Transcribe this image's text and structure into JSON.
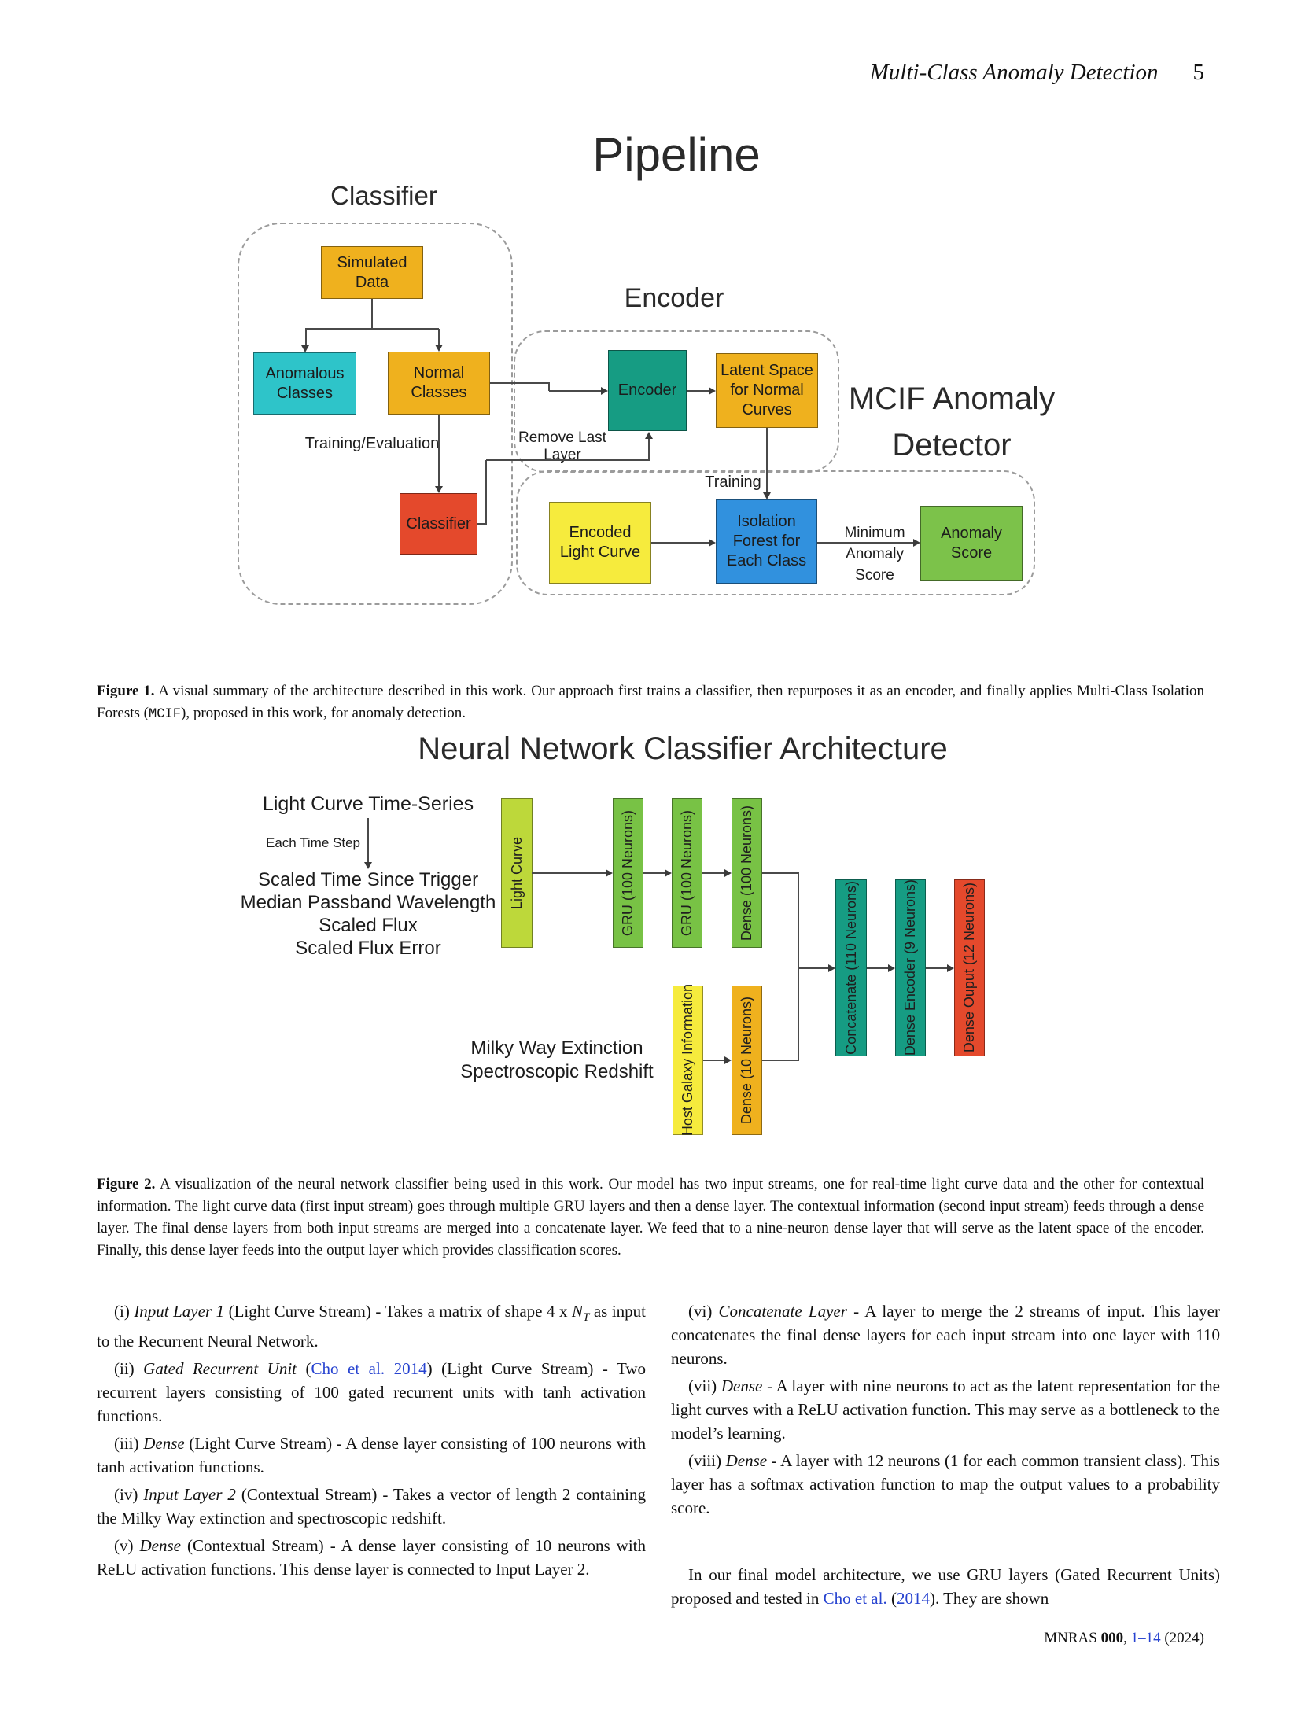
{
  "palette": {
    "gold": "#EFB11E",
    "cyan": "#2EC4C9",
    "red": "#E4492C",
    "teal": "#169C83",
    "yellow": "#F6EB3D",
    "blue": "#3191DE",
    "green": "#7CC24A",
    "lime": "#BDD83A",
    "leaf": "#78C245",
    "link_blue": "#2743D0"
  },
  "header": {
    "running_title": "Multi-Class Anomaly Detection",
    "page_number": "5"
  },
  "figure1": {
    "title": "Pipeline",
    "group_labels": {
      "classifier": "Classifier",
      "encoder": "Encoder",
      "mcif": [
        "MCIF Anomaly",
        "Detector"
      ]
    },
    "boxes": {
      "simulated_data": "Simulated Data",
      "anomalous_classes": "Anomalous Classes",
      "normal_classes": "Normal Classes",
      "classifier": "Classifier",
      "encoder": "Encoder",
      "latent_space": "Latent Space for Normal Curves",
      "encoded_light_curve": "Encoded Light Curve",
      "isolation_forest": "Isolation Forest for Each Class",
      "anomaly_score": "Anomaly Score"
    },
    "edge_labels": {
      "training_evaluation": "Training/Evaluation",
      "remove_last_layer": "Remove Last Layer",
      "training": "Training",
      "minimum_anomaly_score": "Minimum Anomaly Score"
    },
    "caption": [
      {
        "t": "Figure 1.",
        "b": true
      },
      {
        "t": " A visual summary of the architecture described in this work. Our approach first trains a classifier, then repurposes it as an encoder, and finally applies Multi-Class Isolation Forests ("
      },
      {
        "t": "MCIF",
        "mono": true
      },
      {
        "t": "), proposed in this work, for anomaly detection."
      }
    ]
  },
  "figure2": {
    "title": "Neural Network Classifier Architecture",
    "input_labels": {
      "light_curve_stream": "Light Curve Time-Series",
      "each_time_step": "Each Time Step",
      "time_step_features": [
        "Scaled Time Since Trigger",
        "Median Passband Wavelength",
        "Scaled Flux",
        "Scaled Flux Error"
      ],
      "contextual_features": [
        "Milky Way Extinction",
        "Spectroscopic Redshift"
      ]
    },
    "boxes": {
      "light_curve": "Light Curve",
      "gru1": "GRU (100 Neurons)",
      "gru2": "GRU (100 Neurons)",
      "dense_100": "Dense (100 Neurons)",
      "host_galaxy": "Host Galaxy Information",
      "dense_10": "Dense (10 Neurons)",
      "concatenate": "Concatenate (110 Neurons)",
      "dense_encoder": "Dense Encoder (9 Neurons)",
      "dense_output": "Dense Ouput (12 Neurons)"
    },
    "caption": [
      {
        "t": "Figure 2.",
        "b": true
      },
      {
        "t": " A visualization of the neural network classifier being used in this work. Our model has two input streams, one for real-time light curve data and the other for contextual information. The light curve data (first input stream) goes through multiple GRU layers and then a dense layer. The contextual information (second input stream) feeds through a dense layer. The final dense layers from both input streams are merged into a concatenate layer. We feed that to a nine-neuron dense layer that will serve as the latent space of the encoder. Finally, this dense layer feeds into the output layer which provides classification scores."
      }
    ]
  },
  "body": {
    "left": [
      {
        "segments": [
          {
            "t": "(i) "
          },
          {
            "t": "Input Layer 1",
            "i": true
          },
          {
            "t": " (Light Curve Stream) - Takes a matrix of shape 4 x "
          },
          {
            "t": "N",
            "i": true
          },
          {
            "t": "T",
            "i": true,
            "sub": true
          },
          {
            "t": " as input to the Recurrent Neural Network."
          }
        ]
      },
      {
        "segments": [
          {
            "t": "(ii) "
          },
          {
            "t": "Gated Recurrent Unit",
            "i": true
          },
          {
            "t": " ("
          },
          {
            "t": "Cho et al. 2014",
            "link": true
          },
          {
            "t": ") (Light Curve Stream) - Two recurrent layers consisting of 100 gated recurrent units with tanh activation functions."
          }
        ]
      },
      {
        "segments": [
          {
            "t": "(iii) "
          },
          {
            "t": "Dense",
            "i": true
          },
          {
            "t": " (Light Curve Stream) - A dense layer consisting of 100 neurons with tanh activation functions."
          }
        ]
      },
      {
        "segments": [
          {
            "t": "(iv) "
          },
          {
            "t": "Input Layer 2",
            "i": true
          },
          {
            "t": " (Contextual Stream) - Takes a vector of length 2 containing the Milky Way extinction and spectroscopic redshift."
          }
        ]
      },
      {
        "segments": [
          {
            "t": "(v) "
          },
          {
            "t": "Dense",
            "i": true
          },
          {
            "t": " (Contextual Stream) - A dense layer consisting of 10 neurons with ReLU activation functions. This dense layer is connected to Input Layer 2."
          }
        ]
      }
    ],
    "right": [
      {
        "segments": [
          {
            "t": "(vi) "
          },
          {
            "t": "Concatenate Layer",
            "i": true
          },
          {
            "t": " - A layer to merge the 2 streams of input. This layer concatenates the final dense layers for each input stream into one layer with 110 neurons."
          }
        ]
      },
      {
        "segments": [
          {
            "t": "(vii) "
          },
          {
            "t": "Dense",
            "i": true
          },
          {
            "t": " - A layer with nine neurons to act as the latent representation for the light curves with a ReLU activation function. This may serve as a bottleneck to the model’s learning."
          }
        ]
      },
      {
        "segments": [
          {
            "t": "(viii) "
          },
          {
            "t": "Dense",
            "i": true
          },
          {
            "t": " - A layer with 12 neurons (1 for each common transient class). This layer has a softmax activation function to map the output values to a probability score."
          }
        ]
      },
      {
        "gap": true,
        "segments": [
          {
            "t": "In our final model architecture, we use GRU layers (Gated Recurrent Units) proposed and tested in "
          },
          {
            "t": "Cho et al.",
            "link": true
          },
          {
            "t": " ("
          },
          {
            "t": "2014",
            "link": true
          },
          {
            "t": "). They are shown"
          }
        ]
      }
    ]
  },
  "footer": [
    {
      "t": "MNRAS "
    },
    {
      "t": "000",
      "b": true
    },
    {
      "t": ", "
    },
    {
      "t": "1–14",
      "link": true
    },
    {
      "t": " (2024)"
    }
  ]
}
